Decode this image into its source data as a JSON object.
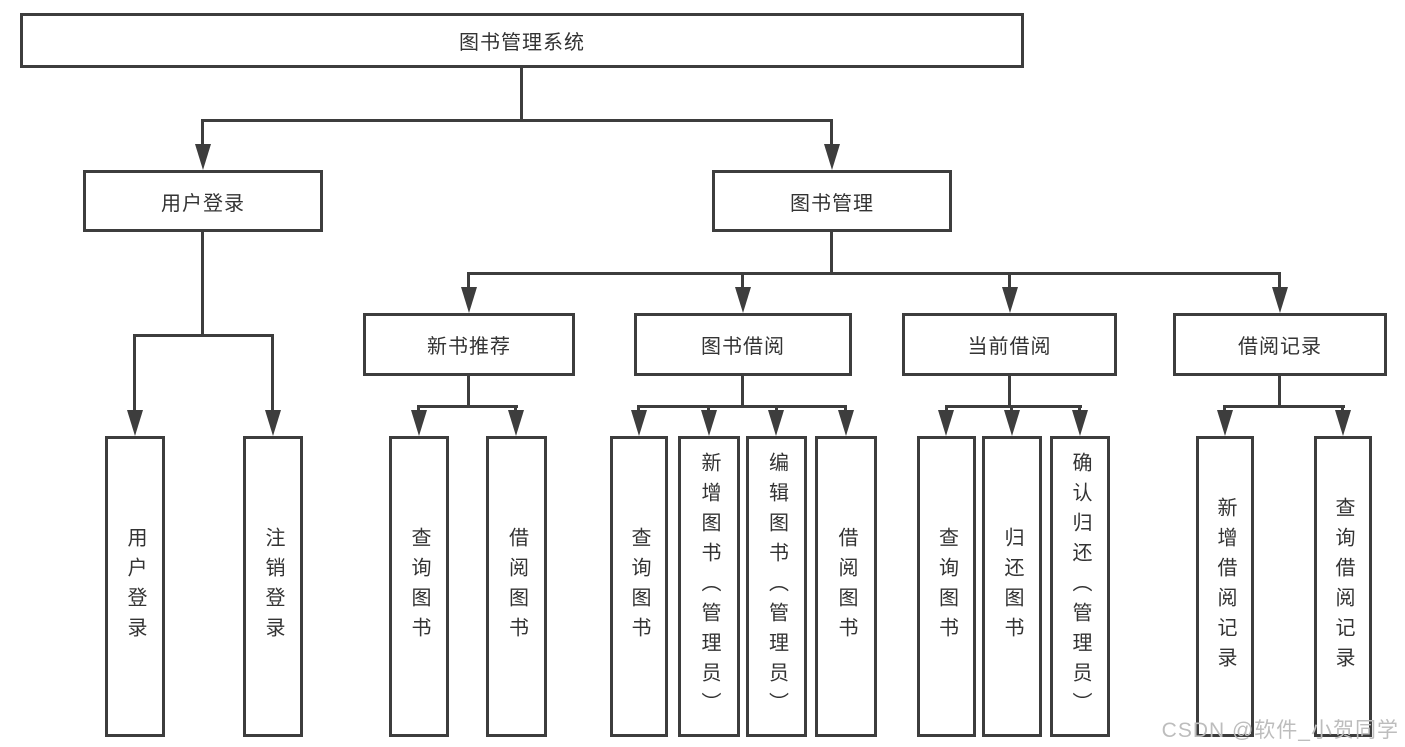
{
  "tree": {
    "label": "图书管理系统",
    "children": [
      {
        "label": "用户登录",
        "children": [
          {
            "label": "用户登录"
          },
          {
            "label": "注销登录"
          }
        ]
      },
      {
        "label": "图书管理",
        "children": [
          {
            "label": "新书推荐",
            "children": [
              {
                "label": "查询图书"
              },
              {
                "label": "借阅图书"
              }
            ]
          },
          {
            "label": "图书借阅",
            "children": [
              {
                "label": "查询图书"
              },
              {
                "label": "新增图书（管理员）"
              },
              {
                "label": "编辑图书（管理员）"
              },
              {
                "label": "借阅图书"
              }
            ]
          },
          {
            "label": "当前借阅",
            "children": [
              {
                "label": "查询图书"
              },
              {
                "label": "归还图书"
              },
              {
                "label": "确认归还（管理员）"
              }
            ]
          },
          {
            "label": "借阅记录",
            "children": [
              {
                "label": "新增借阅记录"
              },
              {
                "label": "查询借阅记录"
              }
            ]
          }
        ]
      }
    ]
  },
  "watermark": {
    "text": "CSDN @软件_小贺同学"
  },
  "colors": {
    "line": "#3d3d3d",
    "box_border": "#3d3d3d",
    "text": "#333333",
    "watermark": "#bdbdbd",
    "background": "#ffffff"
  }
}
